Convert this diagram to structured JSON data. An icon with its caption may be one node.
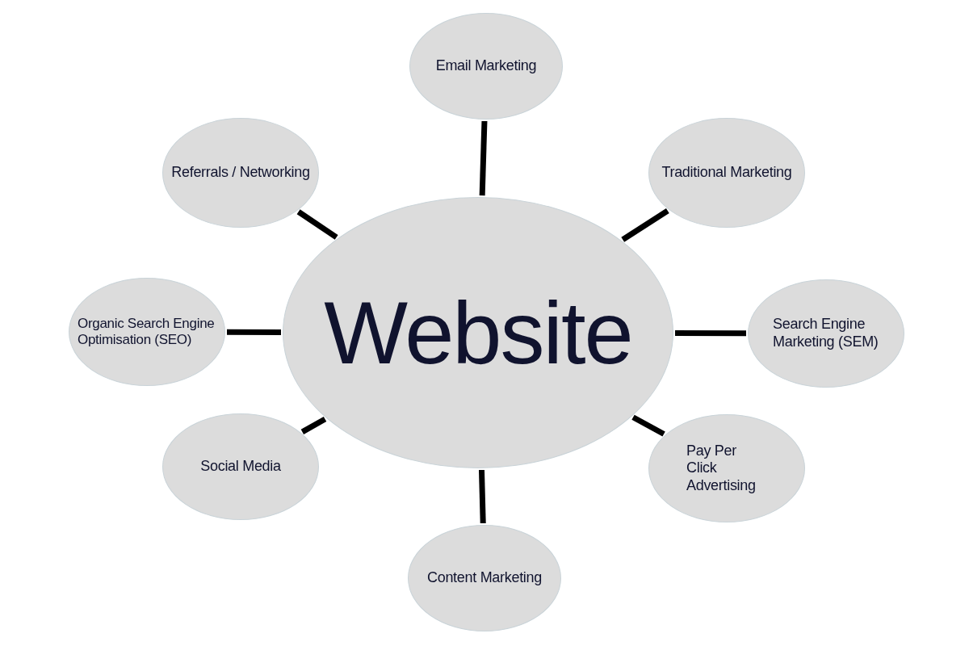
{
  "diagram": {
    "nodes": [
      {
        "text": [
          "Email Marketing"
        ]
      },
      {
        "text": [
          "Referrals / Networking"
        ]
      },
      {
        "text": [
          "Traditional Marketing"
        ]
      },
      {
        "text": [
          "Organic Search Engine Optimisation (SEO)"
        ]
      },
      {
        "text": [
          "Website"
        ]
      },
      {
        "text": [
          "Search Engine Marketing (SEM)"
        ]
      },
      {
        "text": [
          "Social Media"
        ]
      },
      {
        "text": [
          "Pay Per Click Advertising"
        ]
      },
      {
        "text": [
          "Content Marketing"
        ]
      }
    ],
    "edges": [
      {
        "from": 4,
        "to": 0,
        "arrow": "none"
      },
      {
        "from": 4,
        "to": 1,
        "arrow": "none"
      },
      {
        "from": 4,
        "to": 2,
        "arrow": "none"
      },
      {
        "from": 4,
        "to": 3,
        "arrow": "none"
      },
      {
        "from": 4,
        "to": 5,
        "arrow": "none"
      },
      {
        "from": 4,
        "to": 6,
        "arrow": "none"
      },
      {
        "from": 4,
        "to": 7,
        "arrow": "none"
      },
      {
        "from": 4,
        "to": 8,
        "arrow": "none"
      }
    ]
  }
}
